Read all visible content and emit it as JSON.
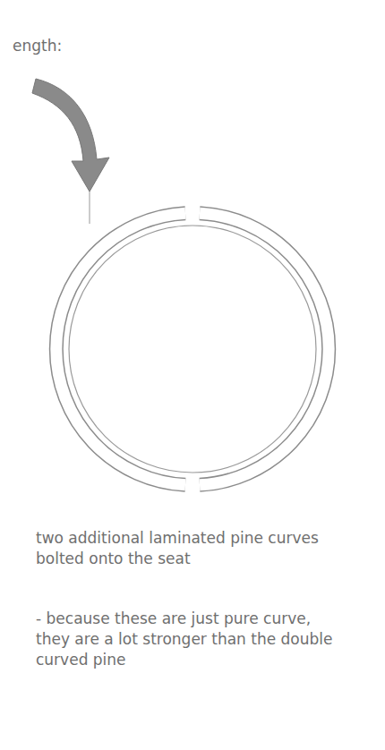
{
  "diagram": {
    "labels": [
      "ength:",
      "two additional laminated pine curves bolted onto the seat",
      "- because these are just pure curve, they are a lot stronger than the double curved pine"
    ]
  }
}
